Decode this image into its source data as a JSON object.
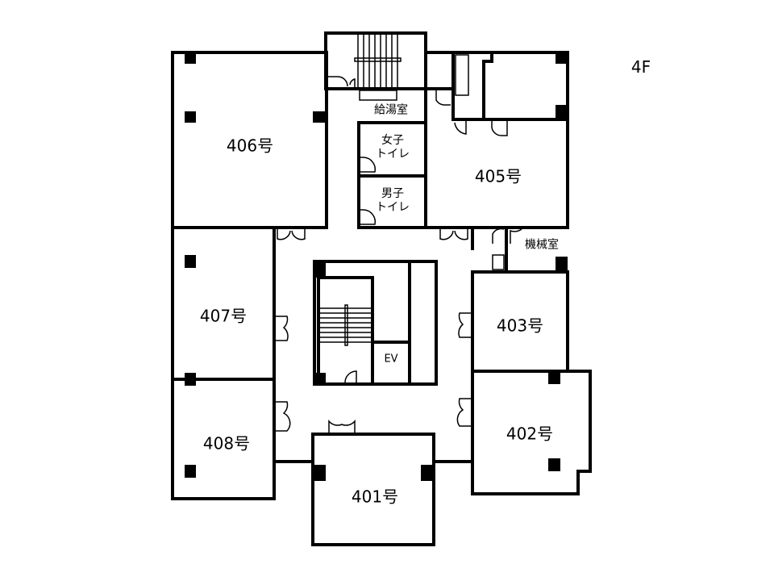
{
  "floor_label": "4F",
  "rooms": {
    "r406": "406号",
    "r405": "405号",
    "r407": "407号",
    "r403": "403号",
    "r408": "408号",
    "r402": "402号",
    "r401": "401号"
  },
  "facilities": {
    "kitchenette": "給湯室",
    "womens_toilet": [
      "女子",
      "トイレ"
    ],
    "mens_toilet": [
      "男子",
      "トイレ"
    ],
    "machine_room": "機械室",
    "elevator": "EV"
  }
}
